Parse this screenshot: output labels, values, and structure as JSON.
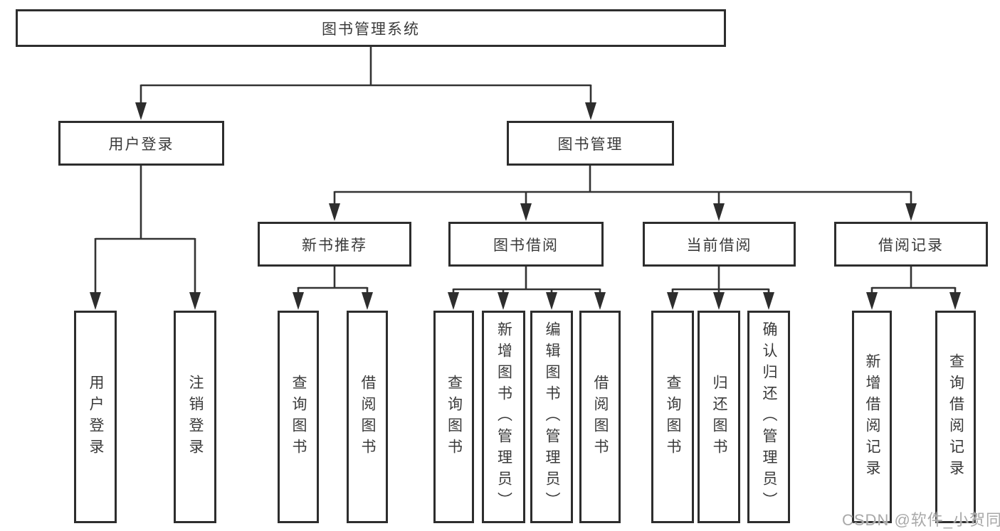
{
  "diagram": {
    "root": "图书管理系统",
    "level1": [
      "用户登录",
      "图书管理"
    ],
    "level2": [
      "新书推荐",
      "图书借阅",
      "当前借阅",
      "借阅记录"
    ],
    "leaves": {
      "user_login": [
        "用户登录",
        "注销登录"
      ],
      "new_book": [
        "查询图书",
        "借阅图书"
      ],
      "book_borrow": [
        "查询图书",
        "新增图书（管理员）",
        "编辑图书（管理员）",
        "借阅图书"
      ],
      "current_borrow": [
        "查询图书",
        "归还图书",
        "确认归还（管理员）"
      ],
      "borrow_record": [
        "新增借阅记录",
        "查询借阅记录"
      ]
    }
  },
  "watermark": "CSDN @软件_小贺同学",
  "colors": {
    "line": "#333333",
    "box_border": "#2d2d2d",
    "text": "#3a3a3a",
    "watermark": "#a9a9a9",
    "background": "#ffffff"
  }
}
